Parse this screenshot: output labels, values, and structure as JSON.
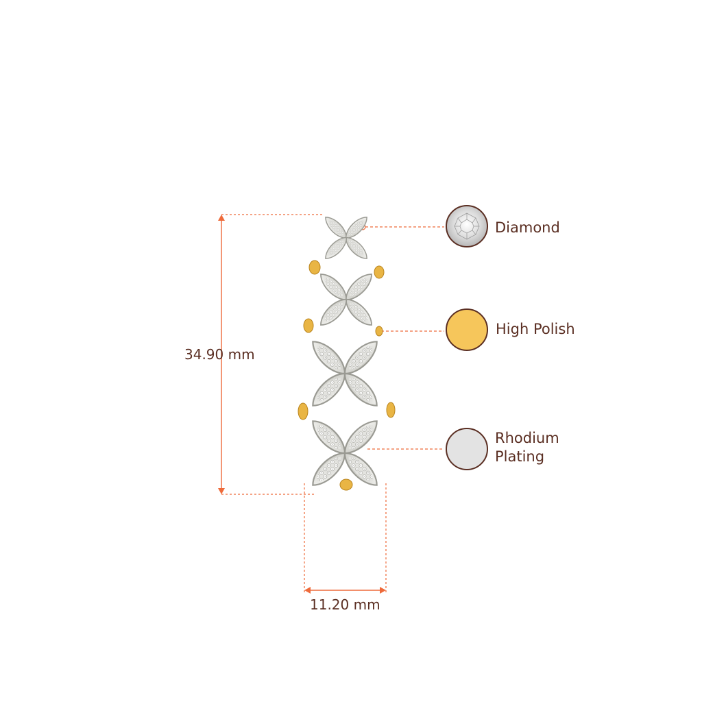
{
  "dimensions": {
    "height_label": "34.90 mm",
    "width_label": "11.20 mm"
  },
  "legend": {
    "diamond": {
      "label": "Diamond",
      "color": "#d9d9d9"
    },
    "high_polish": {
      "label": "High Polish",
      "color": "#f6c65b"
    },
    "rhodium": {
      "label_line1": "Rhodium",
      "label_line2": "Plating",
      "color": "#e3e3e3"
    }
  },
  "colors": {
    "dimension_line": "#ee6a3a",
    "text": "#5a2e22",
    "gold": "#e9b544",
    "metal_white": "#eeeeea"
  }
}
